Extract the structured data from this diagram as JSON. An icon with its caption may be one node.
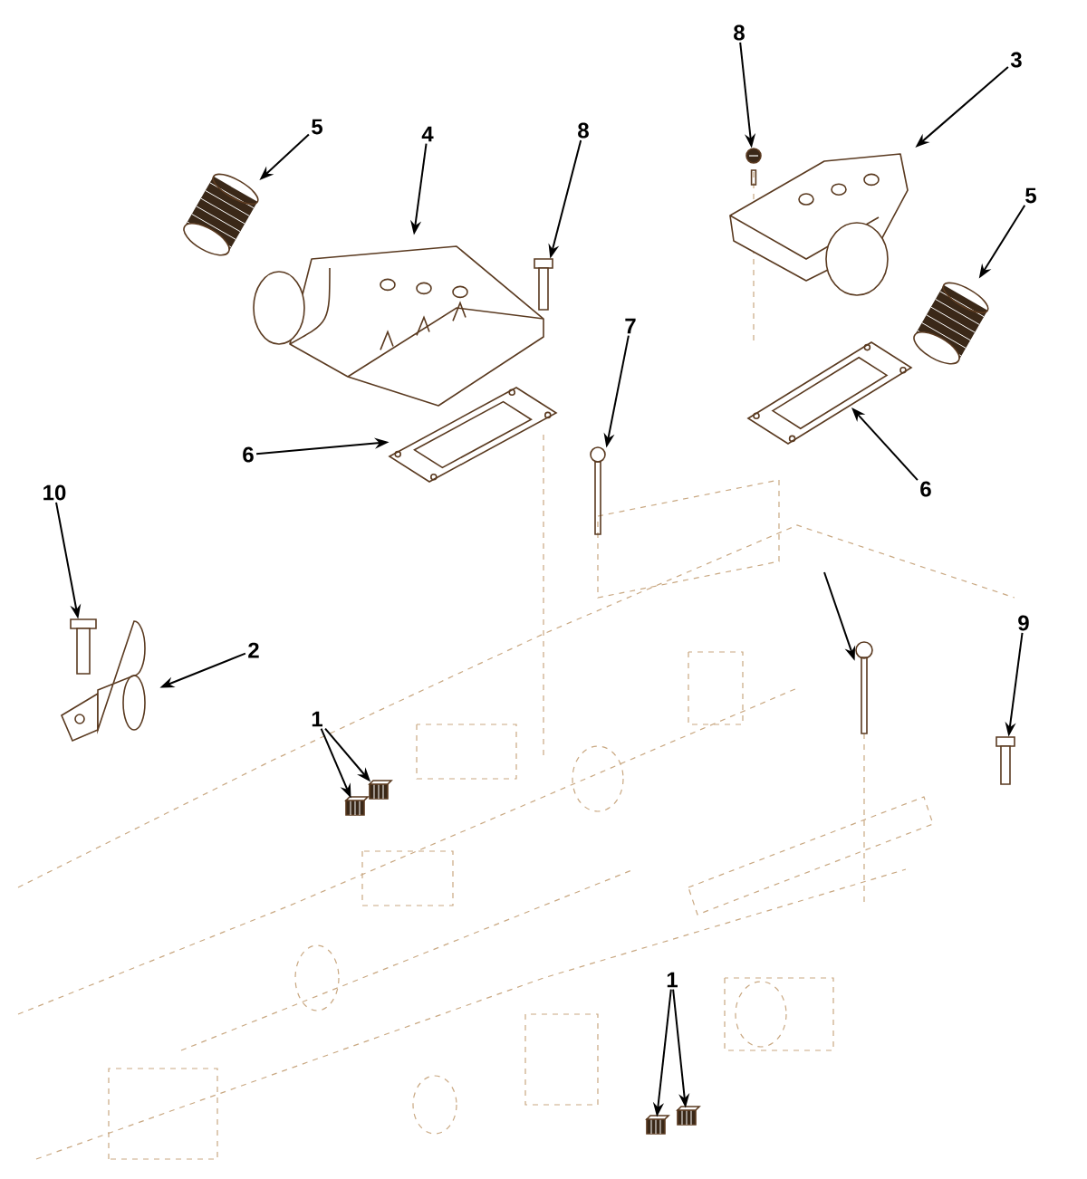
{
  "diagram": {
    "nodes": [
      {
        "text": [
          "5"
        ]
      },
      {
        "text": [
          "4"
        ]
      },
      {
        "text": [
          "8"
        ]
      },
      {
        "text": [
          "8"
        ]
      },
      {
        "text": [
          "3"
        ]
      },
      {
        "text": [
          "5"
        ]
      },
      {
        "text": [
          "6"
        ]
      },
      {
        "text": [
          "7"
        ]
      },
      {
        "text": [
          "6"
        ]
      },
      {
        "text": [
          "10"
        ]
      },
      {
        "text": [
          "2"
        ]
      },
      {
        "text": [
          "1"
        ]
      },
      {
        "text": [
          "9"
        ]
      },
      {
        "text": [
          "1"
        ]
      },
      {
        "text": [],
        "shape": "picture"
      },
      {
        "text": [],
        "shape": "picture"
      },
      {
        "text": [],
        "shape": "picture"
      },
      {
        "text": [],
        "shape": "picture"
      },
      {
        "text": [],
        "shape": "picture"
      },
      {
        "text": [],
        "shape": "picture"
      },
      {
        "text": [],
        "shape": "picture"
      },
      {
        "text": [],
        "shape": "picture"
      },
      {
        "text": [],
        "shape": "picture"
      },
      {
        "text": [],
        "shape": "picture"
      },
      {
        "text": [],
        "shape": "picture"
      },
      {
        "text": [],
        "shape": "picture"
      },
      {
        "text": [],
        "shape": "picture"
      },
      {
        "text": [],
        "shape": "picture"
      },
      {
        "text": [],
        "shape": "picture"
      },
      {
        "text": [],
        "shape": "picture"
      },
      {
        "text": [],
        "shape": "picture"
      }
    ],
    "edges": [
      {
        "from": 0,
        "to": 14,
        "arrow": "to"
      },
      {
        "from": 1,
        "to": 15,
        "arrow": "to"
      },
      {
        "from": 2,
        "to": 16,
        "arrow": "to"
      },
      {
        "from": 3,
        "to": 18,
        "arrow": "to"
      },
      {
        "from": 4,
        "to": 17,
        "arrow": "to"
      },
      {
        "from": 5,
        "to": 19,
        "arrow": "to"
      },
      {
        "from": 6,
        "to": 20,
        "arrow": "to"
      },
      {
        "from": 7,
        "to": 22,
        "arrow": "to"
      },
      {
        "from": 8,
        "to": 21,
        "arrow": "to"
      },
      {
        "from": 9,
        "to": 23,
        "arrow": "to"
      },
      {
        "from": 10,
        "to": 24,
        "arrow": "to"
      },
      {
        "from": 11,
        "to": 25,
        "arrow": "to"
      },
      {
        "from": 11,
        "to": 26,
        "arrow": "to"
      },
      {
        "from": 12,
        "to": 28,
        "arrow": "to"
      },
      {
        "from": 13,
        "to": 29,
        "arrow": "to"
      },
      {
        "from": 13,
        "to": 30,
        "arrow": "to"
      },
      {
        "from": null,
        "to": 27,
        "arrow": "to"
      }
    ]
  }
}
